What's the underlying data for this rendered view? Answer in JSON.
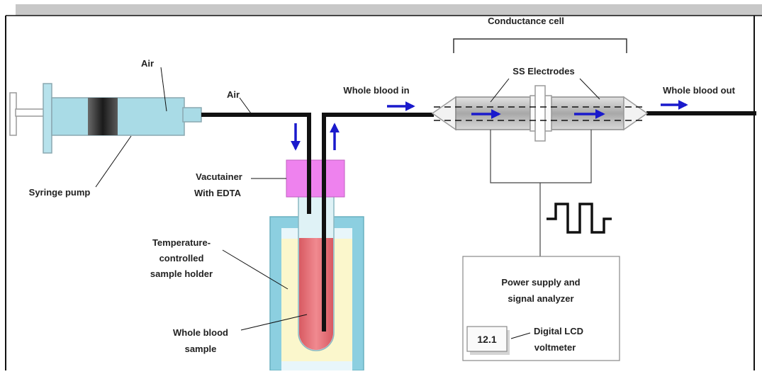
{
  "labels": {
    "air_syringe": "Air",
    "air_tube": "Air",
    "syringe_pump": "Syringe pump",
    "vacutainer_line1": "Vacutainer",
    "vacutainer_line2": "With EDTA",
    "temp_line1": "Temperature-",
    "temp_line2": "controlled",
    "temp_line3": "sample holder",
    "whole_blood_line1": "Whole blood",
    "whole_blood_line2": "sample",
    "whole_blood_in": "Whole blood in",
    "whole_blood_out": "Whole blood out",
    "conductance_cell": "Conductance cell",
    "ss_electrodes": "SS Electrodes",
    "power_line1": "Power supply and",
    "power_line2": "signal analyzer",
    "lcd_line1": "Digital LCD",
    "lcd_line2": "voltmeter"
  },
  "lcd_value": "12.1",
  "colors": {
    "syringe": "#a9dbe6",
    "plunger": "#3a3a3a",
    "vacutainer_cap": "#ee82ee",
    "holder_fill": "#fbf7cc",
    "holder_wall": "#8ccfe0",
    "blood": "#e06b72",
    "arrow": "#1a1acc",
    "electrode": "#b8b8b8",
    "top_bar": "#c8c8c8"
  }
}
